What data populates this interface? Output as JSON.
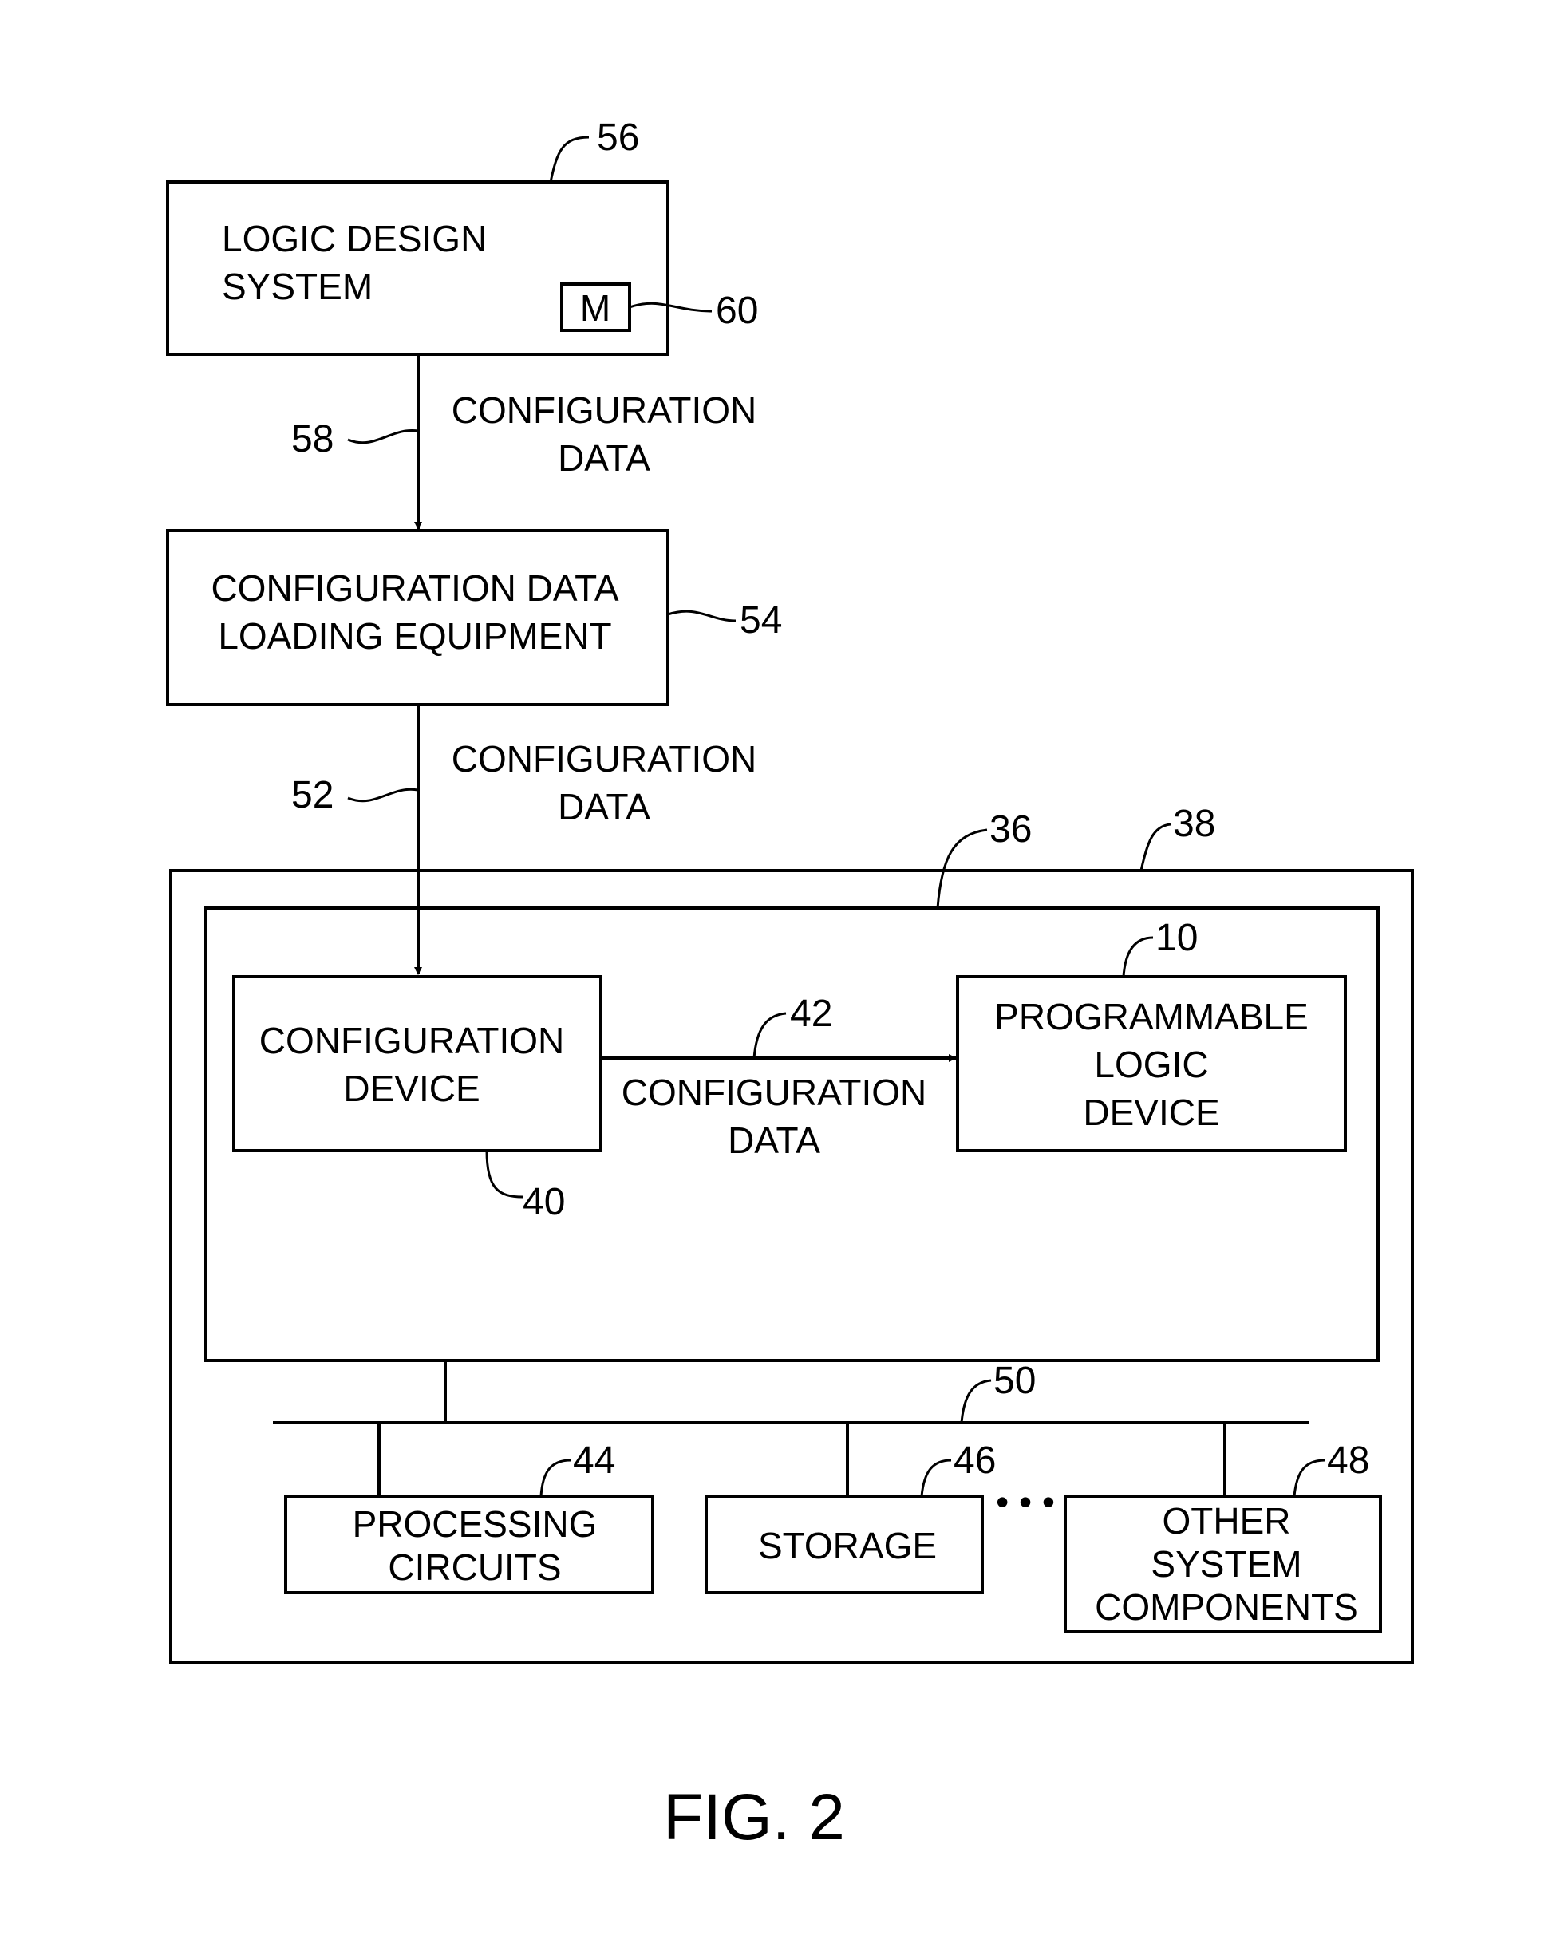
{
  "boxes": {
    "logic_design_system": {
      "lines": [
        "LOGIC DESIGN",
        "SYSTEM"
      ],
      "ref": "56"
    },
    "memory": {
      "label": "M",
      "ref": "60"
    },
    "loading_equipment": {
      "lines": [
        "CONFIGURATION DATA",
        "LOADING EQUIPMENT"
      ],
      "ref": "54"
    },
    "system": {
      "ref": "38"
    },
    "board": {
      "ref": "36"
    },
    "configuration_device": {
      "lines": [
        "CONFIGURATION",
        "DEVICE"
      ],
      "ref": "40"
    },
    "programmable_logic_device": {
      "lines": [
        "PROGRAMMABLE",
        "LOGIC",
        "DEVICE"
      ],
      "ref": "10"
    },
    "processing_circuits": {
      "lines": [
        "PROCESSING",
        "CIRCUITS"
      ],
      "ref": "44"
    },
    "storage": {
      "label": "STORAGE",
      "ref": "46"
    },
    "other_components": {
      "lines": [
        "OTHER",
        "SYSTEM",
        "COMPONENTS"
      ],
      "ref": "48"
    }
  },
  "connections": {
    "path_58": {
      "lines": [
        "CONFIGURATION",
        "DATA"
      ],
      "ref": "58"
    },
    "path_52": {
      "lines": [
        "CONFIGURATION",
        "DATA"
      ],
      "ref": "52"
    },
    "path_42": {
      "lines": [
        "CONFIGURATION",
        "DATA"
      ],
      "ref": "42"
    },
    "bus": {
      "ref": "50"
    },
    "ellipsis": "• • •"
  },
  "caption": "FIG. 2"
}
